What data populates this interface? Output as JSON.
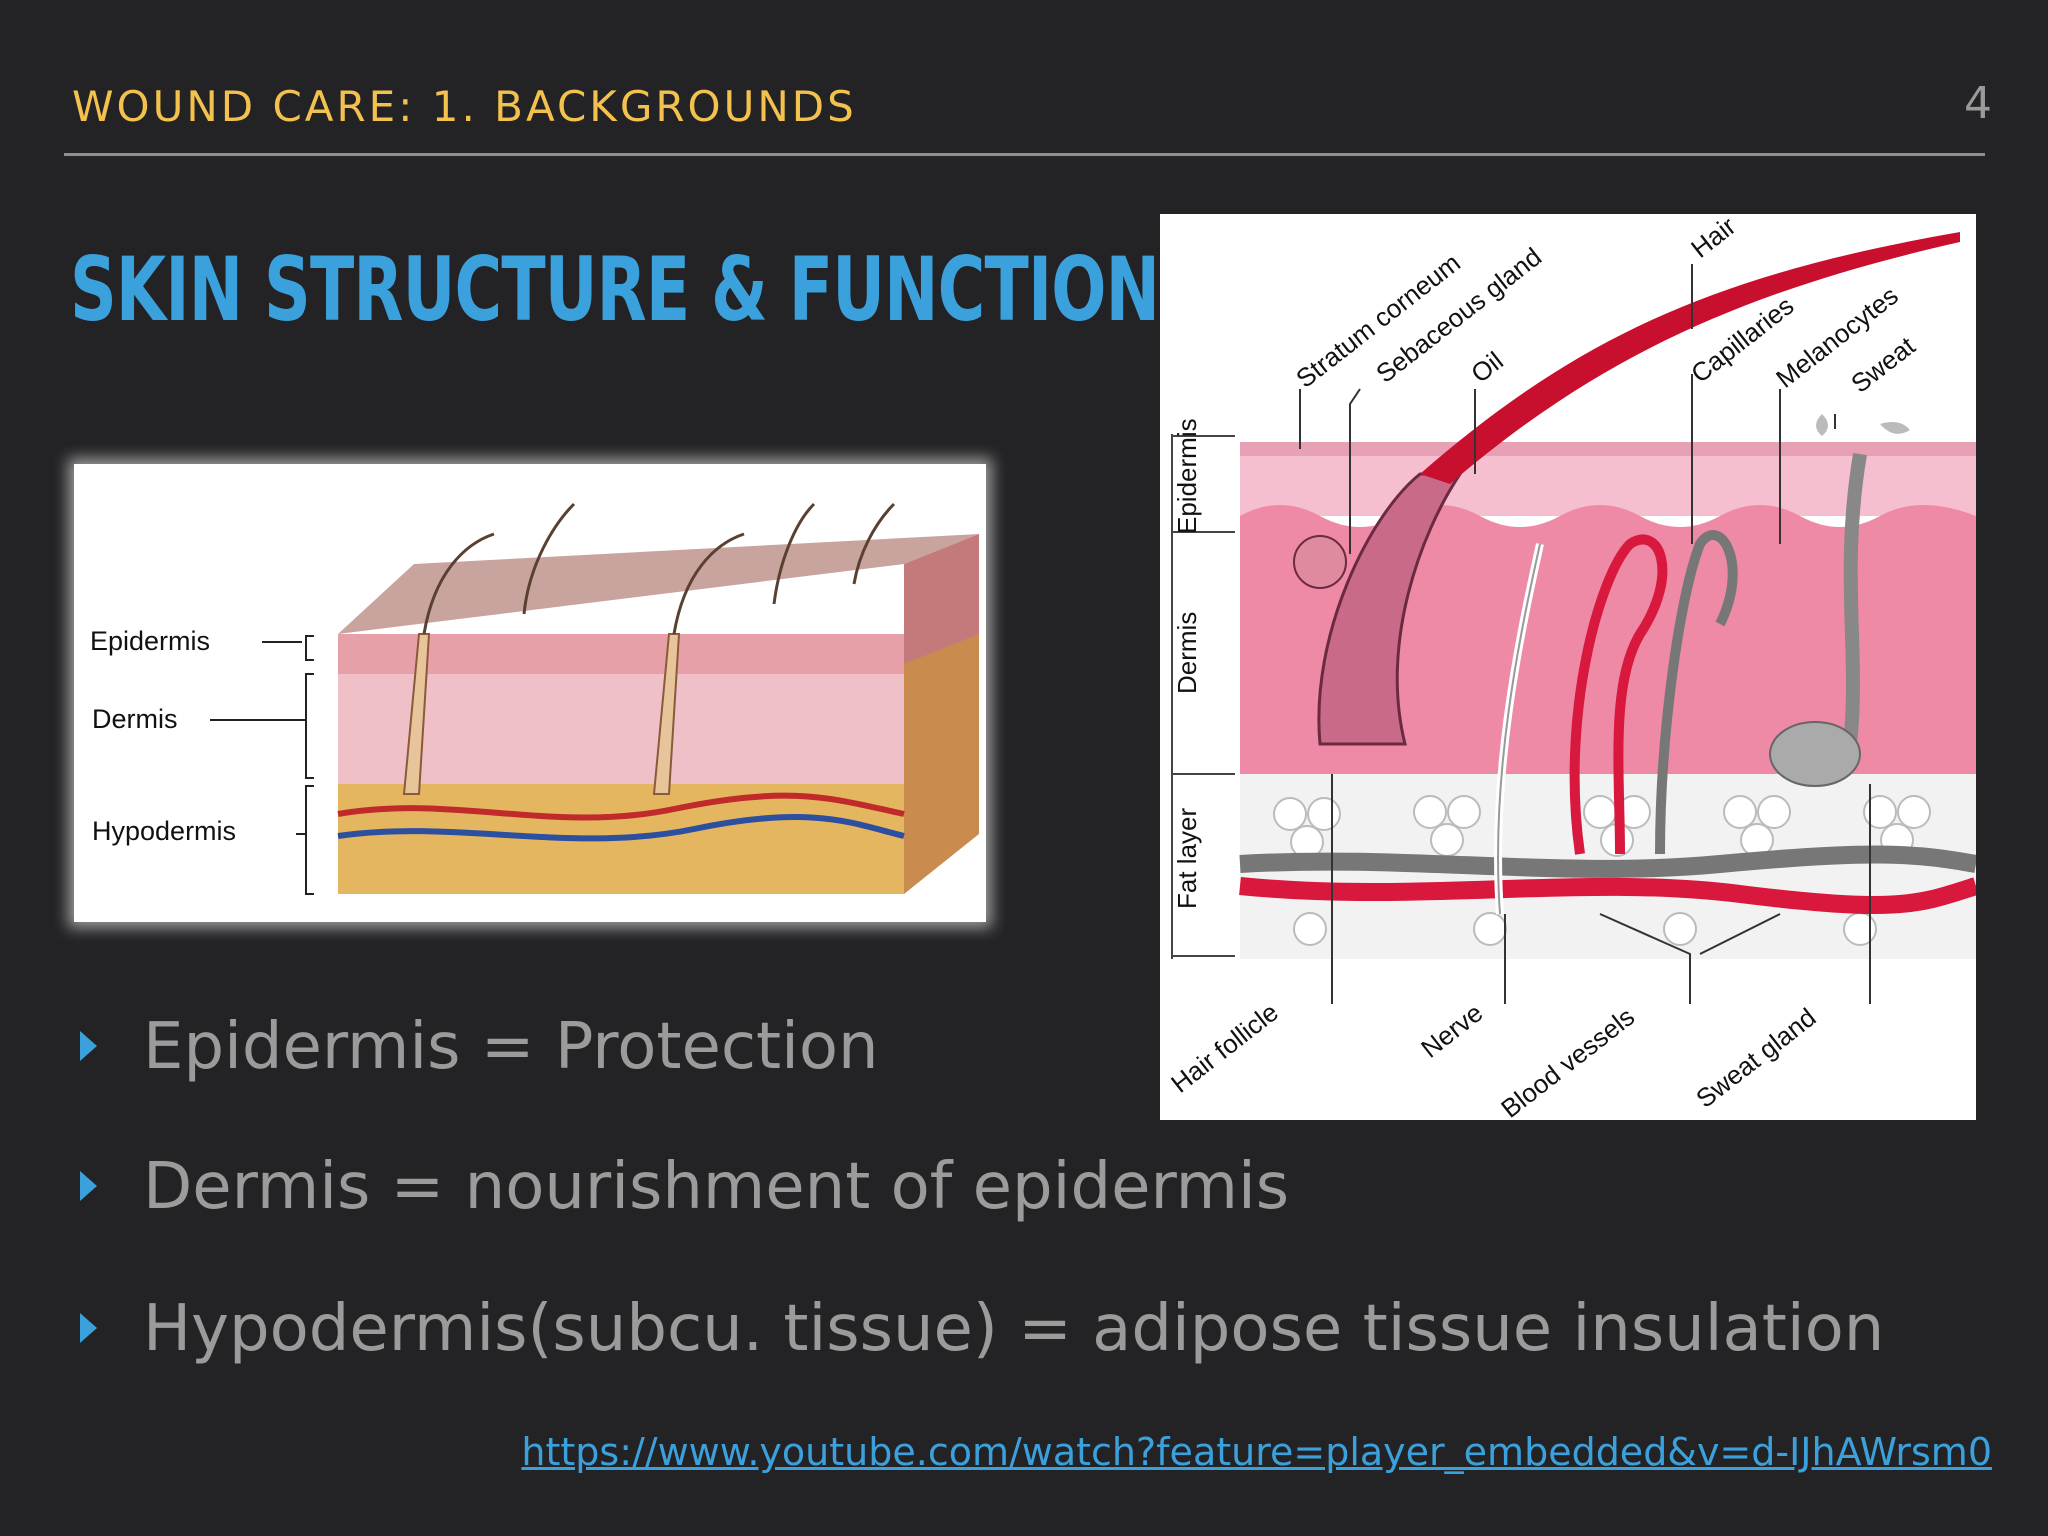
{
  "slide": {
    "header": "WOUND CARE: 1. BACKGROUNDS",
    "page_number": "4",
    "title": "SKIN STRUCTURE & FUNCTION",
    "bullets": [
      "Epidermis = Protection",
      "Dermis = nourishment of epidermis",
      "Hypodermis(subcu. tissue) = adipose tissue insulation"
    ],
    "link": "https://www.youtube.com/watch?feature=player_embedded&v=d-IJhAWrsm0"
  },
  "left_figure": {
    "labels": [
      "Epidermis",
      "Dermis",
      "Hypodermis"
    ]
  },
  "right_figure": {
    "side_labels": [
      "Epidermis",
      "Dermis",
      "Fat layer"
    ],
    "top_labels": [
      "Stratum corneum",
      "Sebaceous gland",
      "Oil",
      "Hair",
      "Capillaries",
      "Melanocytes",
      "Sweat"
    ],
    "bottom_labels": [
      "Hair follicle",
      "Nerve",
      "Blood vessels",
      "Sweat gland"
    ]
  },
  "colors": {
    "header": "#f2c14e",
    "title": "#3ba1dc",
    "bullet_text": "#9b9b9b",
    "background": "#232224"
  }
}
